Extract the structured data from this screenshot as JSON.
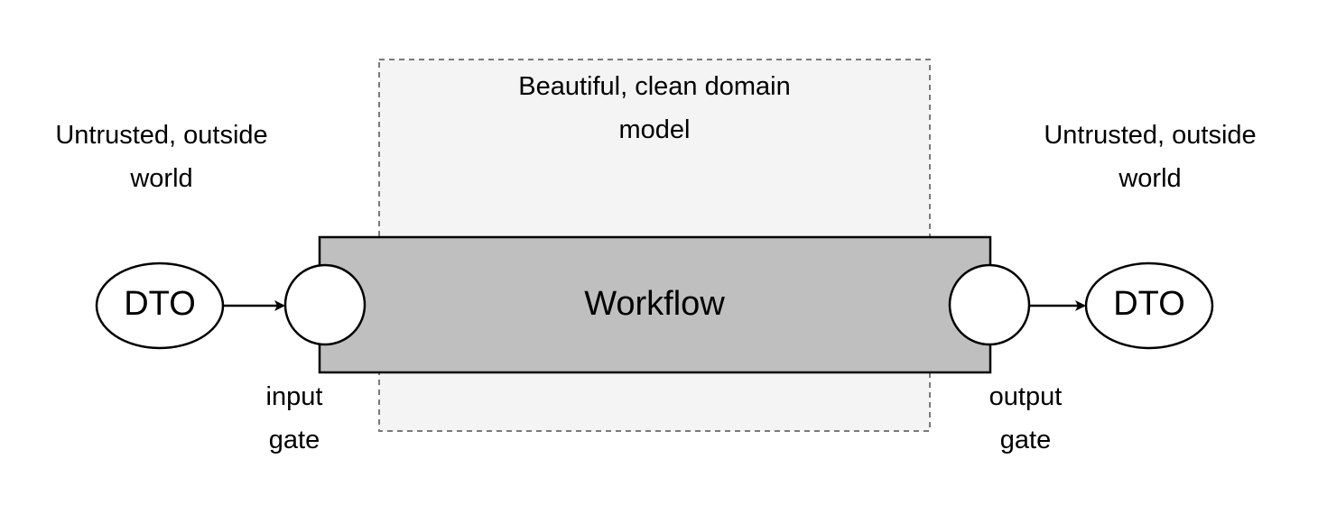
{
  "diagram": {
    "domain_box": {
      "lines": [
        "Beautiful, clean domain",
        "model"
      ]
    },
    "left_world": {
      "lines": [
        "Untrusted, outside",
        "world"
      ]
    },
    "right_world": {
      "lines": [
        "Untrusted, outside",
        "world"
      ]
    },
    "workflow": {
      "label": "Workflow"
    },
    "left_dto": {
      "label": "DTO"
    },
    "right_dto": {
      "label": "DTO"
    },
    "input_gate": {
      "lines": [
        "input",
        "gate"
      ]
    },
    "output_gate": {
      "lines": [
        "output",
        "gate"
      ]
    },
    "colors": {
      "domain_fill": "#f4f4f4",
      "domain_border": "#7a7a7a",
      "workflow_fill": "#bfbfbf",
      "stroke": "#000000"
    }
  }
}
